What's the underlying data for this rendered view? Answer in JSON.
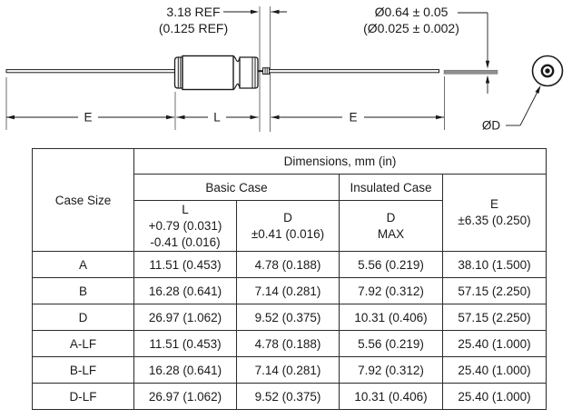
{
  "diagram": {
    "callouts": {
      "lead_spacing_mm": "3.18 REF",
      "lead_spacing_in": "(0.125 REF)",
      "lead_diameter_mm": "Ø0.64 ± 0.05",
      "lead_diameter_in": "(Ø0.025 ± 0.002)"
    },
    "dimension_labels": {
      "left_lead": "E",
      "case_length": "L",
      "right_lead": "E",
      "case_diameter": "ØD"
    },
    "colors": {
      "line": "#1a1a1a",
      "wire_segment_gray": "#8f8f8f"
    }
  },
  "table": {
    "title": "Dimensions, mm (in)",
    "corner_header": "Case Size",
    "groups": {
      "basic": "Basic Case",
      "insulated": "Insulated Case"
    },
    "columns": {
      "l_header": [
        "L",
        "+0.79 (0.031)",
        "-0.41 (0.016)"
      ],
      "d_basic_header": [
        "D",
        "±0.41 (0.016)"
      ],
      "d_insulated_header": [
        "D",
        "MAX"
      ],
      "e_header": [
        "E",
        "±6.35 (0.250)"
      ]
    },
    "rows": [
      {
        "case": "A",
        "values": [
          "11.51 (0.453)",
          "4.78 (0.188)",
          "5.56 (0.219)",
          "38.10 (1.500)"
        ]
      },
      {
        "case": "B",
        "values": [
          "16.28 (0.641)",
          "7.14 (0.281)",
          "7.92 (0.312)",
          "57.15 (2.250)"
        ]
      },
      {
        "case": "D",
        "values": [
          "26.97 (1.062)",
          "9.52 (0.375)",
          "10.31 (0.406)",
          "57.15 (2.250)"
        ]
      },
      {
        "case": "A-LF",
        "values": [
          "11.51 (0.453)",
          "4.78 (0.188)",
          "5.56 (0.219)",
          "25.40 (1.000)"
        ]
      },
      {
        "case": "B-LF",
        "values": [
          "16.28 (0.641)",
          "7.14 (0.281)",
          "7.92 (0.312)",
          "25.40 (1.000)"
        ]
      },
      {
        "case": "D-LF",
        "values": [
          "26.97 (1.062)",
          "9.52 (0.375)",
          "10.31 (0.406)",
          "25.40 (1.000)"
        ]
      }
    ]
  }
}
